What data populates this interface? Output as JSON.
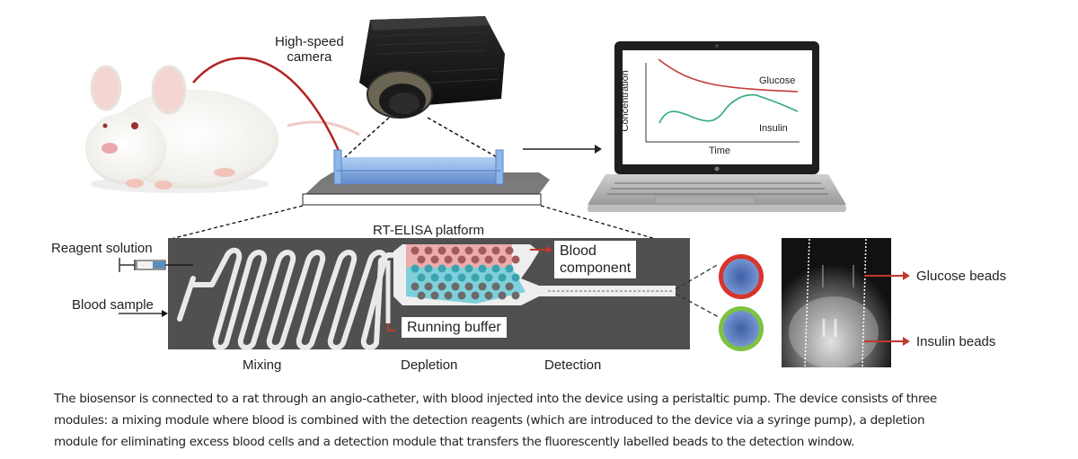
{
  "figure": {
    "labels": {
      "camera": "High-speed\ncamera",
      "platform": "RT-ELISA platform",
      "reagent": "Reagent solution",
      "blood_sample": "Blood sample",
      "blood_component": "Blood\ncomponent",
      "running_buffer": "Running buffer",
      "mixing": "Mixing",
      "depletion": "Depletion",
      "detection": "Detection",
      "glucose_beads": "Glucose beads",
      "insulin_beads": "Insulin beads"
    },
    "screen_plot": {
      "xlabel": "Time",
      "ylabel": "Concentration",
      "series": [
        {
          "name": "Glucose",
          "color": "#c0392b"
        },
        {
          "name": "Insulin",
          "color": "#2eaa7a"
        }
      ]
    },
    "colors": {
      "chip": "#505050",
      "catheter": "#b22222",
      "depletion_red": "#e89a9a",
      "depletion_cyan": "#4fc3cf",
      "glucose_ring": "#d9342b",
      "insulin_ring": "#7dc242",
      "bead_core": "#5b7fc4",
      "arrow_red": "#c0392b"
    }
  },
  "caption": {
    "lines": [
      "The biosensor is connected to a rat through an angio-catheter, with blood injected into the device using a peristaltic pump. The device consists of three",
      "modules: a mixing module where blood is combined with the detection reagents (which are introduced to the device via a syringe pump), a depletion",
      "module for eliminating excess blood cells and a detection module that transfers the fluorescently labelled beads to the detection window."
    ]
  }
}
